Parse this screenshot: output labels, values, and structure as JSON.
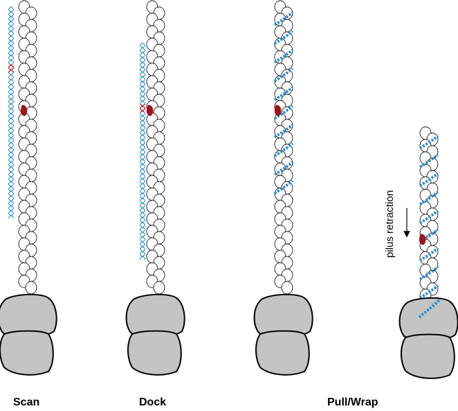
{
  "labels": {
    "scan": "Scan",
    "dock": "Dock",
    "pull_wrap": "Pull/Wrap",
    "pilus_retraction": "pilus retraction"
  },
  "colors": {
    "pilus_fill": "#ffffff",
    "pilus_stroke": "#1a1a1a",
    "dna": "#2a8fd4",
    "highlight": "#c8202a",
    "receptor": "#a01418",
    "base_fill": "#c4c4c4",
    "base_stroke": "#000000"
  },
  "icons": {
    "retraction_arrow": "arrow-down-icon",
    "receptor": "receptor-icon"
  }
}
